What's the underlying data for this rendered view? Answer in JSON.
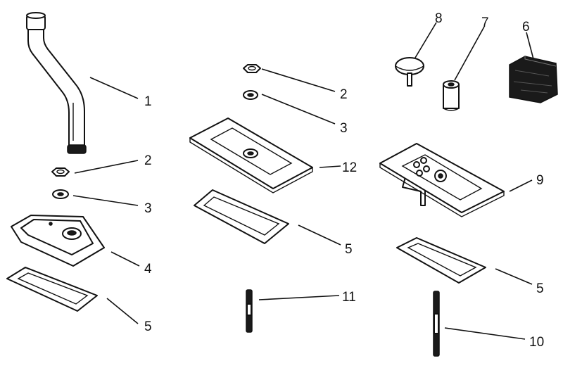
{
  "callouts": {
    "c1": "1",
    "c2a": "2",
    "c3a": "3",
    "c4": "4",
    "c5a": "5",
    "c2b": "2",
    "c3b": "3",
    "c12": "12",
    "c5b": "5",
    "c11": "11",
    "c8": "8",
    "c7": "7",
    "c6": "6",
    "c9": "9",
    "c5c": "5",
    "c10": "10"
  }
}
